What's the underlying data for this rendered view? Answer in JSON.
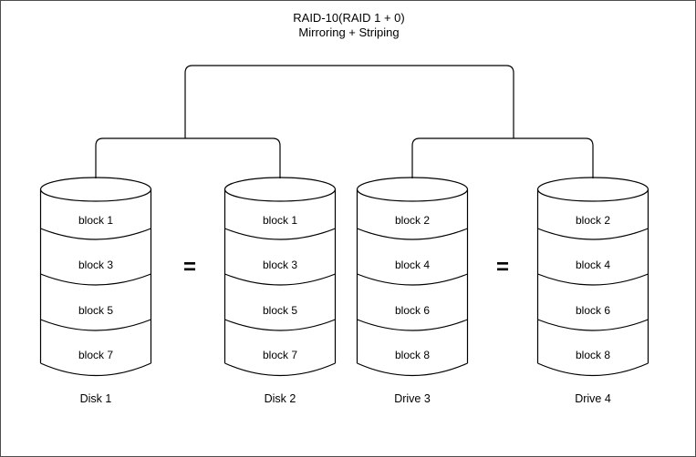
{
  "title": "RAID-10(RAID 1 + 0)",
  "subtitle": "Mirroring + Striping",
  "equals_sign": "=",
  "disks": [
    {
      "label": "Disk 1",
      "blocks": [
        "block 1",
        "block 3",
        "block 5",
        "block 7"
      ]
    },
    {
      "label": "Disk 2",
      "blocks": [
        "block 1",
        "block 3",
        "block 5",
        "block 7"
      ]
    },
    {
      "label": "Drive 3",
      "blocks": [
        "block 2",
        "block 4",
        "block 6",
        "block 8"
      ]
    },
    {
      "label": "Drive 4",
      "blocks": [
        "block 2",
        "block 4",
        "block 6",
        "block 8"
      ]
    }
  ],
  "colors": {
    "stroke": "#000000",
    "background": "#ffffff",
    "border": "#4d4d4d"
  }
}
